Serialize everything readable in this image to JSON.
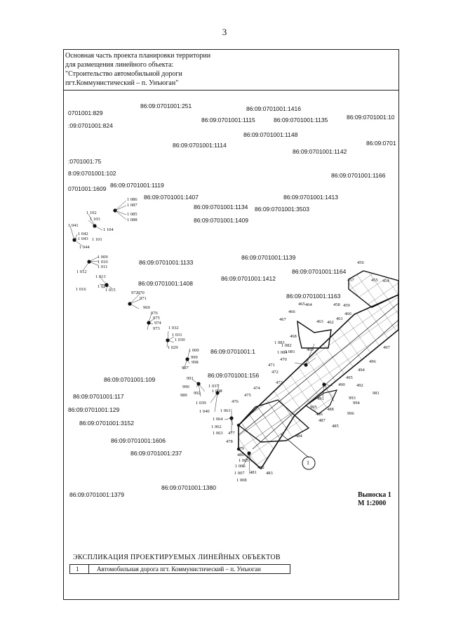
{
  "page_number": "3",
  "header": {
    "lines": [
      "Основная часть проекта планировки территории",
      "для размещения линейного объекта:",
      "\"Строительство автомобильной дороги",
      "пгт.Коммунистический – п. Унъюган\""
    ]
  },
  "cadastral_labels": [
    "86:09:0701001:251",
    "0701001:829",
    "86:09:0701001:1416",
    "86:09:0701001:1115",
    "86:09:0701001:1135",
    "86:09:0701001:10",
    ":09:0701001:824",
    "86:09:0701001:1148",
    "86:09:0701001:1114",
    "86:09:0701001:1142",
    "86:09:0701",
    ":0701001:75",
    "8:09:0701001:102",
    "86:09:0701001:1166",
    "0701001:1609",
    "86:09:0701001:1119",
    "86:09:0701001:1407",
    "86:09:0701001:1413",
    "86:09:0701001:1134",
    "86:09:0701001:3503",
    "86:09:0701001:1409",
    "86:09:0701001:1139",
    "86:09:0701001:1133",
    "86:09:0701001:1164",
    "86:09:0701001:1408",
    "86:09:0701001:1412",
    "86:09:0701001:1163",
    "86:09:0701001:1",
    "86:09:0701001:156",
    "86:09:0701001:109",
    "86:09:0701001:117",
    "86:09:0701001:129",
    "86:09:0701001:3152",
    "86:09:0701001:1606",
    "86:09:0701001:237",
    "86:09:0701001:1380",
    "86:09:0701001:1379"
  ],
  "point_labels": [
    "1 086",
    "1 087",
    "1 102",
    "1 103",
    "1 085",
    "1 088",
    "1 104",
    "1 041",
    "1 042",
    "1 043",
    "1 101",
    "1 044",
    "1 009",
    "1 010",
    "1 011",
    "1 012",
    "1 013",
    "1 014",
    "1 016",
    "1 015",
    "972",
    "970",
    "971",
    "969",
    "976",
    "975",
    "974",
    "973",
    "1 032",
    "1 031",
    "1 030",
    "1 029",
    "1 000",
    "999",
    "998",
    "997",
    "991",
    "990",
    "992",
    "989",
    "1 037",
    "1 038",
    "1 039",
    "1 040",
    "1 061",
    "1 064",
    "1 062",
    "1 063",
    "476",
    "475",
    "474",
    "477",
    "478",
    "479",
    "480",
    "1 005",
    "1 006",
    "1 007",
    "1 008",
    "481",
    "482",
    "483",
    "484",
    "456",
    "455",
    "454",
    "457",
    "458",
    "459",
    "460",
    "461",
    "462",
    "463",
    "464",
    "465",
    "466",
    "467",
    "468",
    "1 083",
    "1 082",
    "1 084",
    "1 081",
    "469",
    "470",
    "471",
    "472",
    "473",
    "496",
    "494",
    "495",
    "497",
    "490",
    "492",
    "981",
    "993",
    "994",
    "491",
    "488",
    "996",
    "995",
    "486",
    "487",
    "485",
    "489"
  ],
  "callout": {
    "marker": "1",
    "label": "Выноска 1",
    "scale": "М 1:2000"
  },
  "explication": {
    "title": "ЭКСПЛИКАЦИЯ ПРОЕКТИРУЕМЫХ ЛИНЕЙНЫХ ОБЪЕКТОВ",
    "rows": [
      {
        "num": "1",
        "name": "Автомобильная дорога пгт. Коммунистический – п. Унъюган"
      }
    ]
  }
}
